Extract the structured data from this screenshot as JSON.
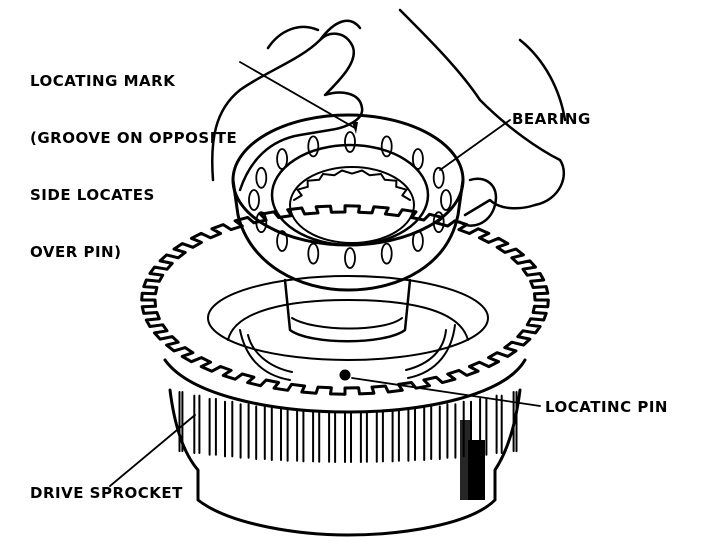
{
  "labels": {
    "locating_mark": [
      "LOCATING MARK",
      "(GROOVE ON OPPOSITE",
      "SIDE LOCATES",
      "OVER PIN)"
    ],
    "bearing": "BEARING",
    "locating_pin": "LOCATINC PIN",
    "drive_sprocket": "DRIVE SPROCKET"
  },
  "colors": {
    "ink": "#000000",
    "paper": "#ffffff"
  }
}
